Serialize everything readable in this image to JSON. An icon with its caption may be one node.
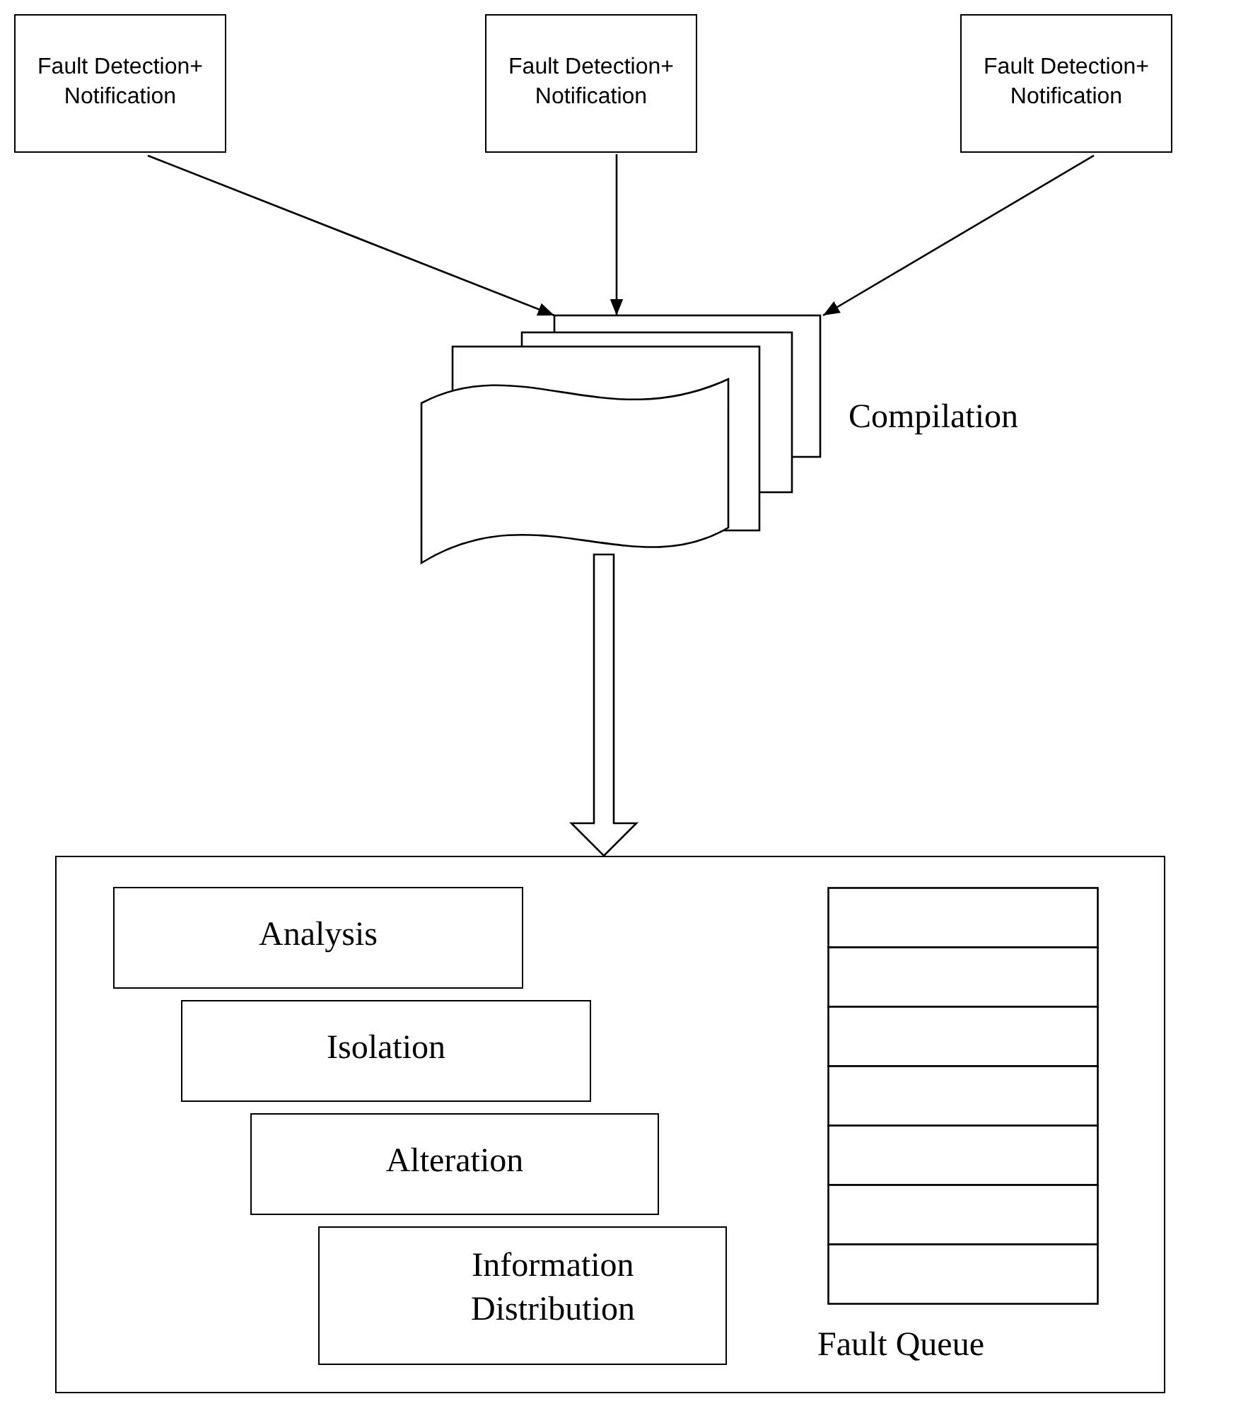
{
  "diagram": {
    "nodes": [
      {
        "text": [
          "Fault Detection+ Notification"
        ]
      },
      {
        "text": [
          "Fault Detection+ Notification"
        ]
      },
      {
        "text": [
          "Fault Detection+ Notification"
        ]
      },
      {
        "text": [],
        "shape": "document",
        "beside": [
          "Compilation"
        ]
      },
      {
        "text": [],
        "shape": "box"
      },
      {
        "text": [
          "Analysis"
        ],
        "in": 4
      },
      {
        "text": [
          "Isolation"
        ],
        "in": 4
      },
      {
        "text": [
          "Alteration"
        ],
        "in": 4
      },
      {
        "text": [
          "Information Distribution"
        ],
        "in": 4
      },
      {
        "text": [],
        "shape": "bar",
        "beside": [
          "Fault Queue"
        ],
        "in": 4
      }
    ],
    "edges": [
      {
        "from": 0,
        "to": 3,
        "arrow": "to"
      },
      {
        "from": 1,
        "to": 3,
        "arrow": "to"
      },
      {
        "from": 2,
        "to": 3,
        "arrow": "to"
      },
      {
        "from": 3,
        "to": 4,
        "arrow": "to",
        "style": "thick"
      }
    ]
  }
}
